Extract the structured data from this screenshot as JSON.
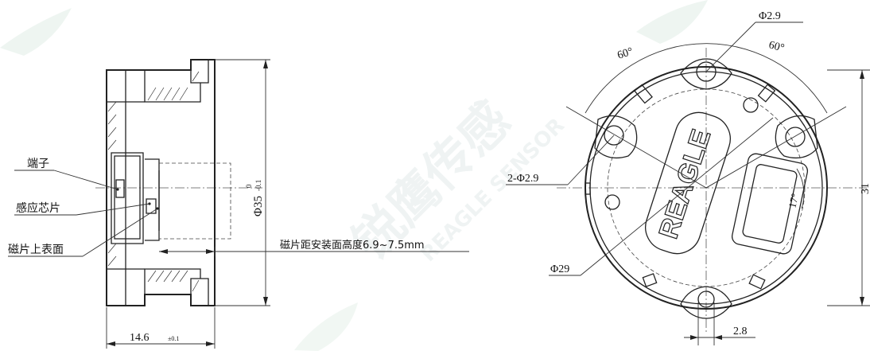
{
  "side_view": {
    "labels": {
      "terminal": "端子",
      "sensing_chip": "感应芯片",
      "magnet_top_surface": "磁片上表面"
    },
    "dim_diameter": "Φ35",
    "dim_diameter_tol_upper": "0",
    "dim_diameter_tol_lower": "-0.1",
    "dim_width": "14.6",
    "dim_width_tol": "±0.1",
    "magnet_height_note": "磁片距安装面高度6.9~7.5mm"
  },
  "front_view": {
    "dim_hole_top": "Φ2.9",
    "dim_angle_left": "60°",
    "dim_angle_right": "60°",
    "dim_holes_side": "2-Φ2.9",
    "dim_circle": "Φ29",
    "dim_slot": "2.8",
    "dim_angle_window": "17°",
    "dim_height": "31",
    "brand_text": "REAGLE"
  },
  "watermark": {
    "cn": "锐鹰传感",
    "en": "REAGLE SENSOR"
  }
}
